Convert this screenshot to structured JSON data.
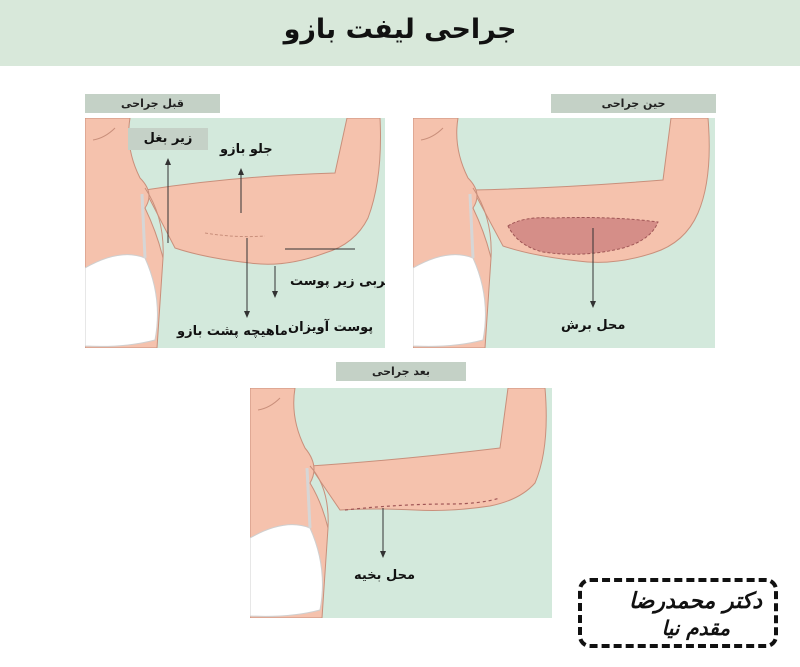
{
  "title": "جراحی لیفت بازو",
  "panels": {
    "before": {
      "tag": "قبل جراحی",
      "labels": {
        "armpit": "زیر بغل",
        "front_arm": "جلو بازو",
        "subcutaneous_fat": "چربی زیر پوست",
        "sagging_skin": "پوست آویزان",
        "triceps": "ماهیچه پشت بازو"
      }
    },
    "during": {
      "tag": "حین جراحی",
      "labels": {
        "incision_site": "محل برش"
      }
    },
    "after": {
      "tag": "بعد جراحی",
      "labels": {
        "suture_site": "محل بخیه"
      }
    }
  },
  "stamp": {
    "line1": "دکتر محمدرضا",
    "line2": "مقدم نیا"
  },
  "colors": {
    "banner": "#d8e8da",
    "panel_bg": "#d3e9dc",
    "skin": "#f5c2ad",
    "skin_stroke": "#c98f7b",
    "bra": "#ffffff",
    "incision": "#c97c7c"
  }
}
